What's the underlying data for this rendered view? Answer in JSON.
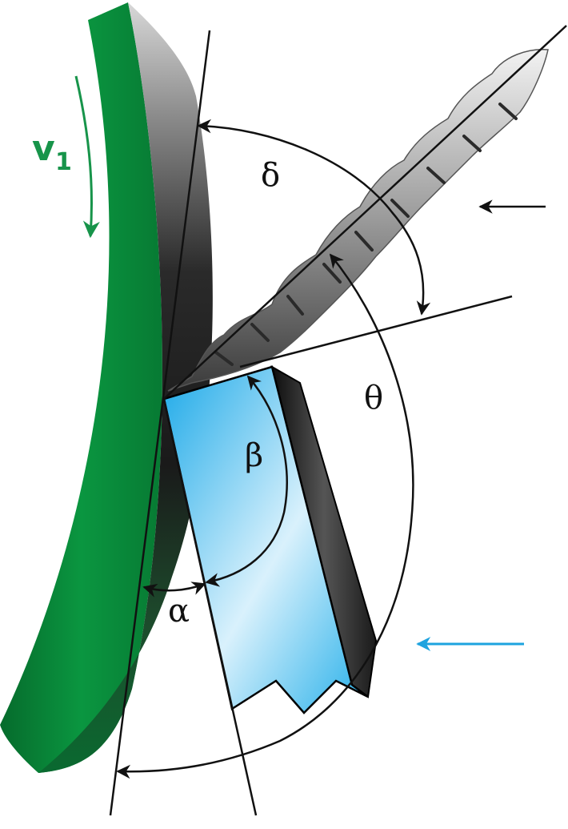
{
  "labels": {
    "velocity": "v",
    "velocity_subscript": "1",
    "delta": "δ",
    "theta": "θ",
    "beta": "β",
    "alpha": "α"
  },
  "colors": {
    "workpiece": "#0a9640",
    "workpiece_dark": "#066b2c",
    "tool_face": "#2ab0ea",
    "tool_light": "#d9f1fc",
    "tool_back": "#1a1a1a",
    "chip_light": "#e0e0e0",
    "chip_dark": "#333333",
    "velocity_arrow": "#17944a",
    "force_arrow_blue": "#1ea3df",
    "lines": "#111111"
  }
}
